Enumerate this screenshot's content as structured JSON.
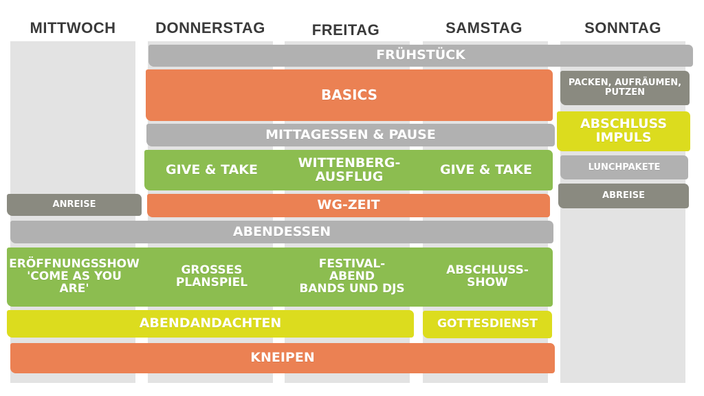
{
  "days": [
    "MITTWOCH",
    "DONNERSTAG",
    "FREITAG",
    "SAMSTAG",
    "SONNTAG"
  ],
  "blocks": {
    "fruehstueck": "FRÜHSTÜCK",
    "basics": "BASICS",
    "mittagessen": "MITTAGESSEN & PAUSE",
    "give_take_1": "GIVE & TAKE",
    "wittenberg": "WITTENBERG-\nAUSFLUG",
    "give_take_2": "GIVE & TAKE",
    "anreise": "ANREISE",
    "wg_zeit": "WG-ZEIT",
    "abendessen": "ABENDESSEN",
    "eroeffnung": "ERÖFFNUNGSSHOW\n'COME AS YOU\nARE'",
    "planspiel": "GROßES\nPLANSPIEL",
    "festival": "FESTIVAL-\nABEND\nBANDS UND DJS",
    "abschlussshow": "ABSCHLUSS-\nSHOW",
    "abendandachten": "ABENDANDACHTEN",
    "gottesdienst": "GOTTESDIENST",
    "kneipen": "KNEIPEN",
    "packen": "PACKEN, AUFRÄUMEN,\nPUTZEN",
    "abschluss_impuls": "ABSCHLUSS\nIMPULS",
    "lunchpakete": "LUNCHPAKETE",
    "abreise": "ABREISE"
  },
  "colors": {
    "orange": "#eb8153",
    "green": "#8cbd50",
    "grey": "#b1b1b1",
    "dark_grey": "#8a8a80",
    "yellow": "#dcdc1e",
    "column": "#e3e3e3"
  }
}
